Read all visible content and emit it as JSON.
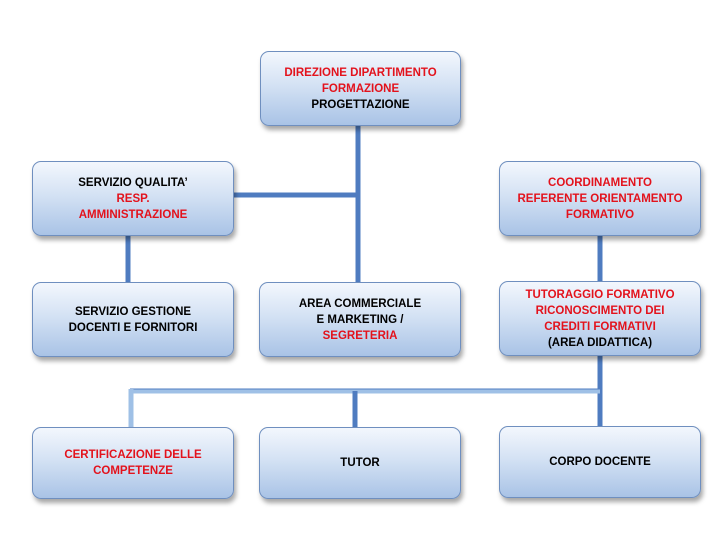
{
  "colors": {
    "connector": "#4f7cc0",
    "connector_light": "#9fc0e6",
    "red_text": "#e3121c",
    "box_border": "#6f8fbf"
  },
  "nodes": {
    "direzione": [
      {
        "text": "DIREZIONE DIPARTIMENTO",
        "color": "red"
      },
      {
        "text": "FORMAZIONE",
        "color": "red"
      },
      {
        "text": "PROGETTAZIONE",
        "color": "black"
      }
    ],
    "qualita": [
      {
        "text": "SERVIZIO QUALITA’",
        "color": "black"
      },
      {
        "text": "RESP.",
        "color": "red"
      },
      {
        "text": "AMMINISTRAZIONE",
        "color": "red"
      }
    ],
    "coordinamento": [
      {
        "text": "COORDINAMENTO",
        "color": "red"
      },
      {
        "text": "REFERENTE ORIENTAMENTO",
        "color": "red"
      },
      {
        "text": "FORMATIVO",
        "color": "red"
      }
    ],
    "gestione": [
      {
        "text": "SERVIZIO GESTIONE",
        "color": "black"
      },
      {
        "text": "DOCENTI E FORNITORI",
        "color": "black"
      }
    ],
    "commerciale": [
      {
        "text": "AREA COMMERCIALE",
        "color": "black"
      },
      {
        "text": "E MARKETING /",
        "color": "black"
      },
      {
        "text": "SEGRETERIA",
        "color": "red"
      }
    ],
    "tutoraggio": [
      {
        "text": "TUTORAGGIO FORMATIVO",
        "color": "red"
      },
      {
        "text": "RICONOSCIMENTO DEI",
        "color": "red"
      },
      {
        "text": "CREDITI FORMATIVI",
        "color": "red"
      },
      {
        "text": "(AREA DIDATTICA)",
        "color": "black"
      }
    ],
    "certificazione": [
      {
        "text": "CERTIFICAZIONE DELLE",
        "color": "red"
      },
      {
        "text": "COMPETENZE",
        "color": "red"
      }
    ],
    "tutor": [
      {
        "text": "TUTOR",
        "color": "black"
      }
    ],
    "corpo": [
      {
        "text": "CORPO DOCENTE",
        "color": "black"
      }
    ]
  }
}
